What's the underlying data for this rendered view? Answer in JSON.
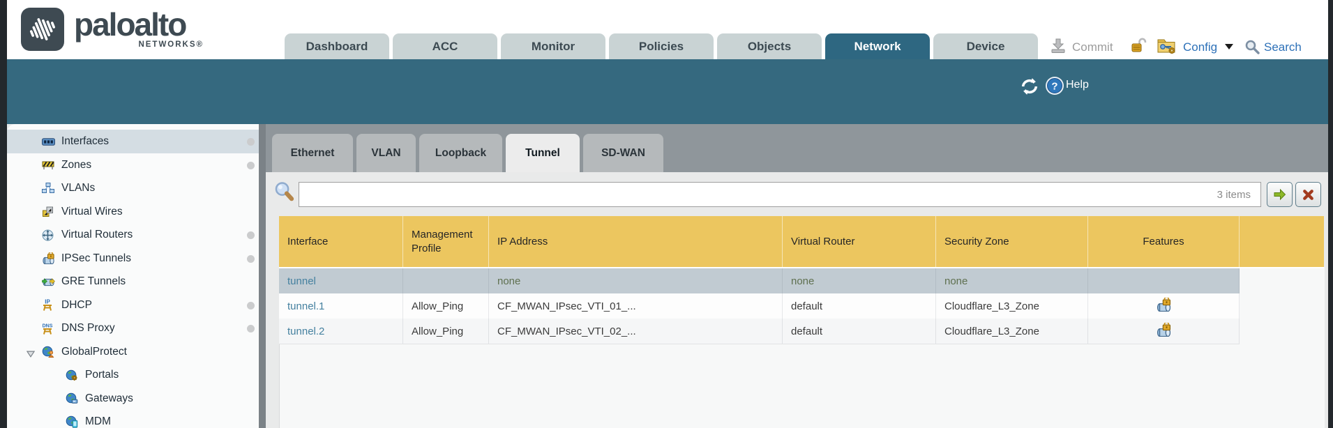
{
  "brand": {
    "name": "paloalto",
    "sub": "NETWORKS®"
  },
  "nav_tabs": [
    {
      "label": "Dashboard",
      "active": false
    },
    {
      "label": "ACC",
      "active": false
    },
    {
      "label": "Monitor",
      "active": false
    },
    {
      "label": "Policies",
      "active": false
    },
    {
      "label": "Objects",
      "active": false
    },
    {
      "label": "Network",
      "active": true
    },
    {
      "label": "Device",
      "active": false
    }
  ],
  "utility": {
    "commit": "Commit",
    "config": "Config",
    "search": "Search"
  },
  "band": {
    "help": "Help"
  },
  "sidebar": [
    {
      "label": "Interfaces",
      "icon": "interfaces-icon",
      "selected": true,
      "dot": true
    },
    {
      "label": "Zones",
      "icon": "zones-icon",
      "dot": true
    },
    {
      "label": "VLANs",
      "icon": "vlans-icon"
    },
    {
      "label": "Virtual Wires",
      "icon": "virtual-wires-icon"
    },
    {
      "label": "Virtual Routers",
      "icon": "virtual-routers-icon",
      "dot": true
    },
    {
      "label": "IPSec Tunnels",
      "icon": "ipsec-tunnels-icon",
      "dot": true
    },
    {
      "label": "GRE Tunnels",
      "icon": "gre-tunnels-icon"
    },
    {
      "label": "DHCP",
      "icon": "dhcp-icon",
      "dot": true
    },
    {
      "label": "DNS Proxy",
      "icon": "dns-proxy-icon",
      "dot": true
    },
    {
      "label": "GlobalProtect",
      "icon": "globalprotect-icon",
      "expander": true
    },
    {
      "label": "Portals",
      "icon": "portals-icon",
      "indent": true
    },
    {
      "label": "Gateways",
      "icon": "gateways-icon",
      "indent": true
    },
    {
      "label": "MDM",
      "icon": "mdm-icon",
      "indent": true
    }
  ],
  "subtabs": [
    {
      "label": "Ethernet",
      "active": false
    },
    {
      "label": "VLAN",
      "active": false
    },
    {
      "label": "Loopback",
      "active": false
    },
    {
      "label": "Tunnel",
      "active": true
    },
    {
      "label": "SD-WAN",
      "active": false
    }
  ],
  "search": {
    "value": "",
    "count": "3 items"
  },
  "table": {
    "columns": [
      {
        "key": "interface",
        "label": "Interface"
      },
      {
        "key": "management_profile",
        "label": "Management Profile"
      },
      {
        "key": "ip_address",
        "label": "IP Address"
      },
      {
        "key": "virtual_router",
        "label": "Virtual Router"
      },
      {
        "key": "security_zone",
        "label": "Security Zone"
      },
      {
        "key": "features",
        "label": "Features"
      }
    ],
    "rows": [
      {
        "interface": "tunnel",
        "management_profile": "",
        "ip_address": "none",
        "virtual_router": "none",
        "security_zone": "none",
        "features_lock": false,
        "selected": true
      },
      {
        "interface": "tunnel.1",
        "management_profile": "Allow_Ping",
        "ip_address": "CF_MWAN_IPsec_VTI_01_...",
        "virtual_router": "default",
        "security_zone": "Cloudflare_L3_Zone",
        "features_lock": true,
        "selected": false
      },
      {
        "interface": "tunnel.2",
        "management_profile": "Allow_Ping",
        "ip_address": "CF_MWAN_IPsec_VTI_02_...",
        "virtual_router": "default",
        "security_zone": "Cloudflare_L3_Zone",
        "features_lock": true,
        "selected": false
      }
    ]
  },
  "colors": {
    "accent_teal": "#35697f",
    "active_tab": "#2e6781",
    "header_gold": "#ecc65f",
    "link_blue": "#44809f",
    "selected_row": "#c1cbd2",
    "none_value_green": "#5f7050"
  }
}
